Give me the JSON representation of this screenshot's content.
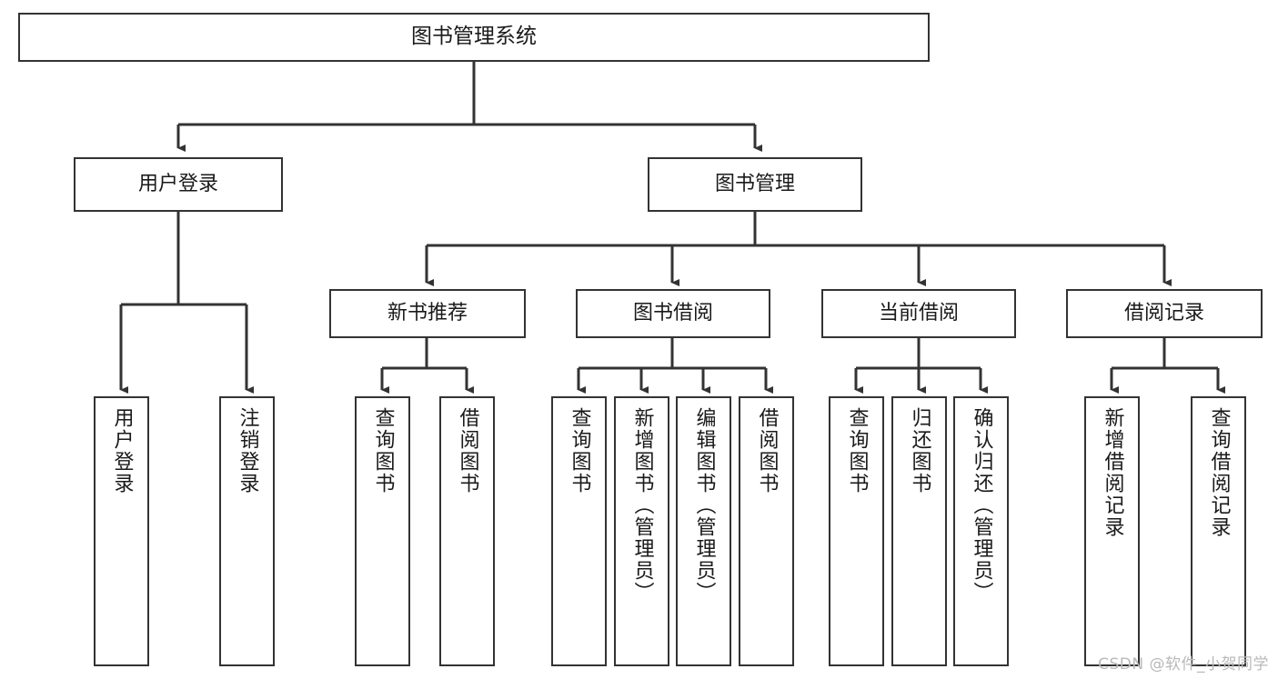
{
  "diagram": {
    "type": "tree-hierarchy",
    "title": "图书管理系统",
    "watermark": "CSDN @软件_小贺同学",
    "colors": {
      "background": "#ffffff",
      "node_border": "#333333",
      "node_fill": "#ffffff",
      "connector": "#333333",
      "text": "#1a1a1a",
      "watermark": "#b9b9b9"
    },
    "levels": {
      "root": {
        "label": "图书管理系统"
      },
      "level2": [
        {
          "id": "user-login",
          "label": "用户登录"
        },
        {
          "id": "book-manage",
          "label": "图书管理"
        }
      ],
      "level3": [
        {
          "id": "new-book-recommend",
          "label": "新书推荐",
          "parent": "book-manage"
        },
        {
          "id": "book-borrow",
          "label": "图书借阅",
          "parent": "book-manage"
        },
        {
          "id": "current-borrow",
          "label": "当前借阅",
          "parent": "book-manage"
        },
        {
          "id": "borrow-record",
          "label": "借阅记录",
          "parent": "book-manage"
        }
      ],
      "leaves": [
        {
          "id": "leaf-user-login",
          "label": "用户登录",
          "parent": "user-login"
        },
        {
          "id": "leaf-logout",
          "label": "注销登录",
          "parent": "user-login"
        },
        {
          "id": "leaf-query-book-1",
          "label": "查询图书",
          "parent": "new-book-recommend"
        },
        {
          "id": "leaf-borrow-book-1",
          "label": "借阅图书",
          "parent": "new-book-recommend"
        },
        {
          "id": "leaf-query-book-2",
          "label": "查询图书",
          "parent": "book-borrow"
        },
        {
          "id": "leaf-add-book",
          "label": "新增图书（管理员）",
          "parent": "book-borrow"
        },
        {
          "id": "leaf-edit-book",
          "label": "编辑图书（管理员）",
          "parent": "book-borrow"
        },
        {
          "id": "leaf-borrow-book-2",
          "label": "借阅图书",
          "parent": "book-borrow"
        },
        {
          "id": "leaf-query-book-3",
          "label": "查询图书",
          "parent": "current-borrow"
        },
        {
          "id": "leaf-return-book",
          "label": "归还图书",
          "parent": "current-borrow"
        },
        {
          "id": "leaf-confirm-return",
          "label": "确认归还（管理员）",
          "parent": "current-borrow"
        },
        {
          "id": "leaf-add-record",
          "label": "新增借阅记录",
          "parent": "borrow-record"
        },
        {
          "id": "leaf-query-record",
          "label": "查询借阅记录",
          "parent": "borrow-record"
        }
      ]
    }
  }
}
